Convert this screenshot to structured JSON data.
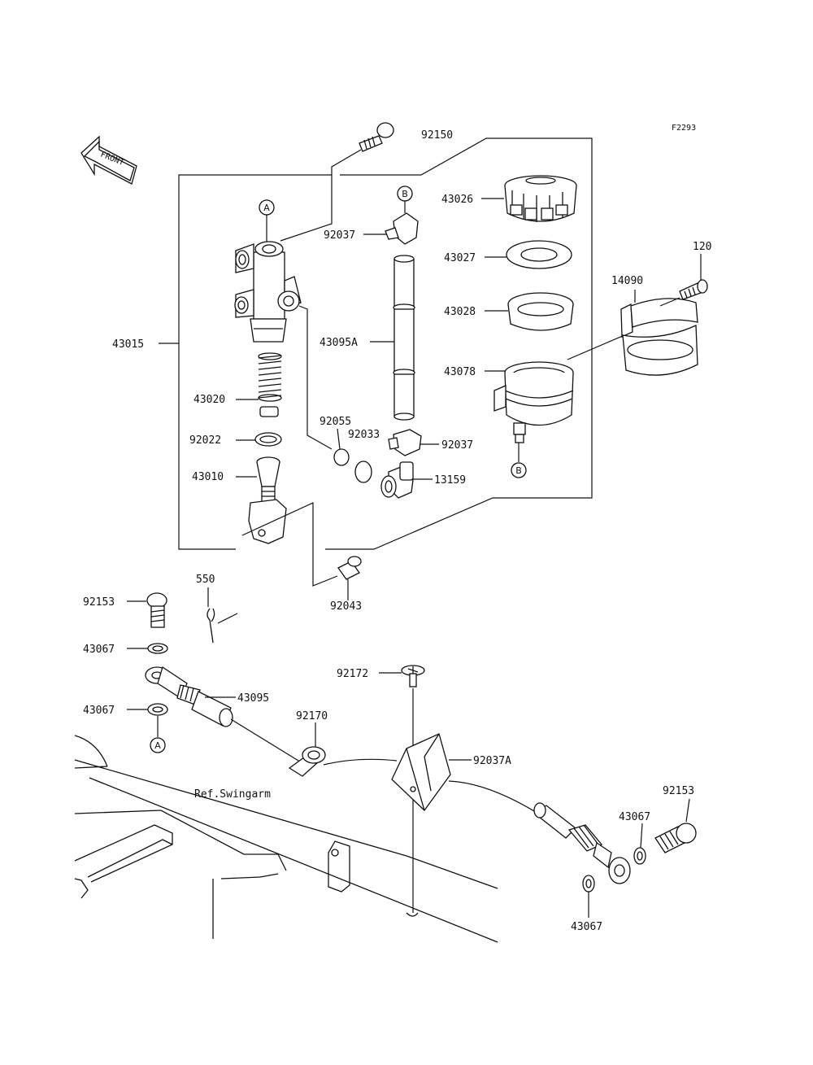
{
  "figure_code": "F2293",
  "front_label": "FRONT",
  "ref_note": "Ref.Swingarm",
  "callouts": {
    "a_top": "A",
    "b_top": "B",
    "b_bottom": "B",
    "a_bottom": "A"
  },
  "parts": {
    "p92150": "92150",
    "p43026": "43026",
    "p92037_top": "92037",
    "p43027": "43027",
    "p120": "120",
    "p14090": "14090",
    "p43028": "43028",
    "p43015": "43015",
    "p43095A": "43095A",
    "p43078": "43078",
    "p43020": "43020",
    "p92055": "92055",
    "p92033": "92033",
    "p92037_mid": "92037",
    "p92022": "92022",
    "p43010": "43010",
    "p13159": "13159",
    "p92043": "92043",
    "p550": "550",
    "p92153_left": "92153",
    "p43067_a": "43067",
    "p92172": "92172",
    "p43095": "43095",
    "p43067_b": "43067",
    "p92170": "92170",
    "p92037A": "92037A",
    "p92153_right": "92153",
    "p43067_c": "43067",
    "p43067_d": "43067"
  }
}
